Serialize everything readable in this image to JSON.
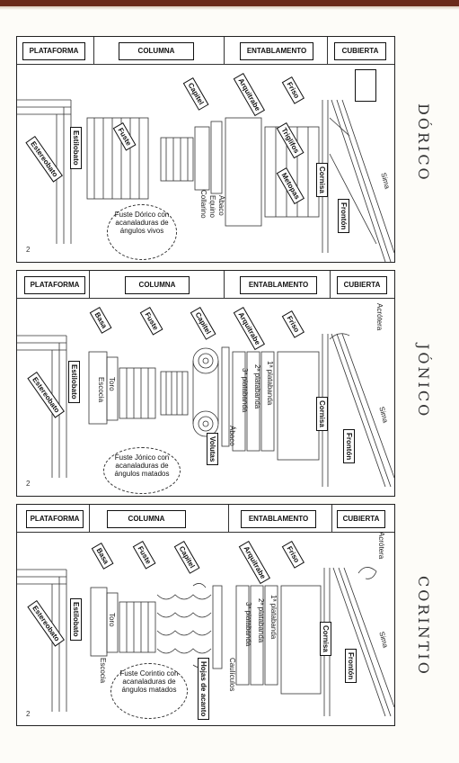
{
  "headers": {
    "plataforma": "PLATAFORMA",
    "columna": "COLUMNA",
    "entablamento": "ENTABLAMENTO",
    "cubierta": "CUBIERTA"
  },
  "orders": {
    "dorico": "DÓRICO",
    "jonico": "JÓNICO",
    "corintio": "CORINTIO"
  },
  "dorico_labels": {
    "fuste": "Fuste",
    "capitel": "Capitel",
    "arquitrabe": "Arquitrabe",
    "friso": "Friso",
    "triglifos": "Triglifos",
    "metopas": "Metopas",
    "cornisa": "Cornisa",
    "fronton": "Frontón",
    "estereobato": "Estereobato",
    "estilobato": "Estilobato",
    "abaco": "Ábaco",
    "equino": "Equino",
    "collarino": "Collarino",
    "sima": "Sima",
    "bubble": "Fuste Dórico con acanaladuras de ángulos vivos"
  },
  "jonico_labels": {
    "basa": "Basa",
    "fuste": "Fuste",
    "capitel": "Capitel",
    "arquitrabe": "Arquitrabe",
    "friso": "Friso",
    "acrotera": "Acrótera",
    "estereobato": "Estereobato",
    "estilobato": "Estilobato",
    "toro": "Toro",
    "escocia": "Escocia",
    "volutas": "Volutas",
    "abaco": "Ábaco",
    "plat1": "1ª platabanda",
    "plat2": "2ª platabanda",
    "plat3": "3ª platabanda",
    "cornisa": "Cornisa",
    "fronton": "Frontón",
    "sima": "Sima",
    "bubble": "Fuste Jónico con acanaladuras de ángulos matados"
  },
  "corintio_labels": {
    "basa": "Basa",
    "fuste": "Fuste",
    "capitel": "Capitel",
    "arquitrabe": "Arquitrabe",
    "friso": "Friso",
    "acrotera": "Acrótera",
    "estereobato": "Estereobato",
    "estilobato": "Estilobato",
    "toro": "Toro",
    "escocia": "Escocia",
    "hojas": "Hojas de acanto",
    "caulicolos": "Caulículos",
    "plat1": "1ª platabanda",
    "plat2": "2ª platabanda",
    "plat3": "3ª platabanda",
    "cornisa": "Cornisa",
    "fronton": "Frontón",
    "sima": "Sima",
    "bubble": "Fuste Corintio con acanaladuras de ángulos matados"
  },
  "margin_mark": "2"
}
